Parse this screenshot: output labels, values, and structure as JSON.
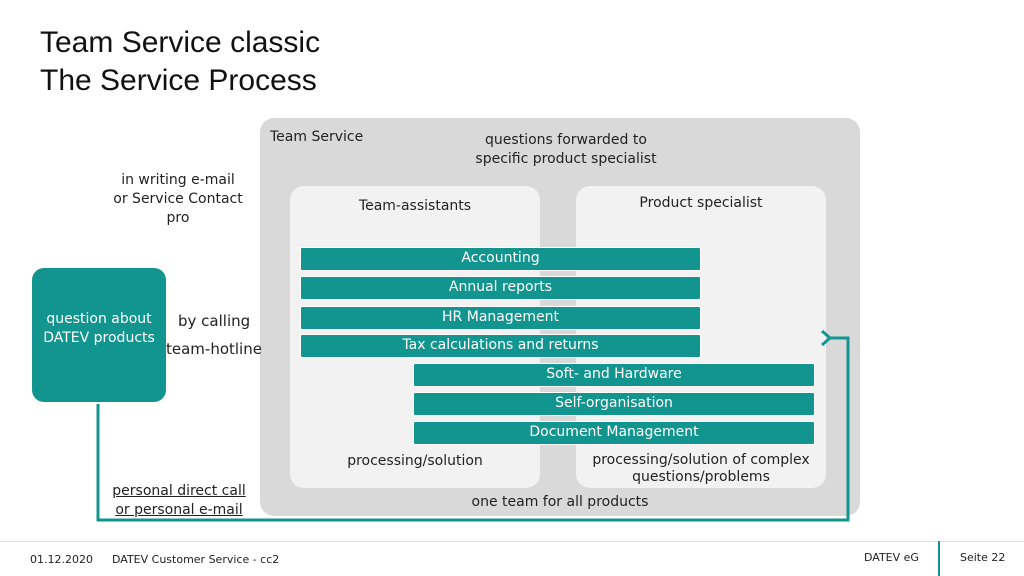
{
  "title": {
    "line1": "Team Service classic",
    "line2": "The Service Process"
  },
  "team_service_label": "Team Service",
  "forwarded_label": "questions forwarded to specific product specialist",
  "in_writing_label": "in writing e-mail or Service Contact pro",
  "question_box_label": "question about DATEV products",
  "by_calling_label": "by calling",
  "team_hotline_label": "team-hotline",
  "team_assistants_label": "Team-assistants",
  "product_specialist_label": "Product specialist",
  "topics": [
    "Accounting",
    "Annual reports",
    "HR Management",
    "Tax calculations and returns",
    "Soft- and Hardware",
    "Self-organisation",
    "Document Management"
  ],
  "processing_solution_label": "processing/solution",
  "processing_complex_label": "processing/solution of complex questions/problems",
  "one_team_label": "one team for all products",
  "personal_direct_label": "personal direct call or personal e-mail",
  "footer": {
    "date": "01.12.2020",
    "service": "DATEV Customer Service - cc2",
    "brand": "DATEV eG",
    "page": "Seite 22"
  },
  "colors": {
    "teal": "#13958f",
    "panel_gray": "#d9d9d9",
    "panel_light": "#f2f2f2"
  }
}
